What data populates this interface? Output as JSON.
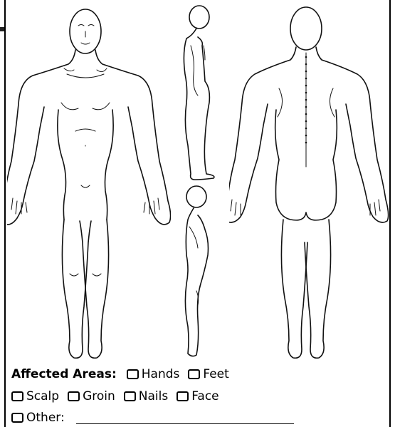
{
  "form": {
    "title": "Affected Areas:",
    "options_row1": [
      "Hands",
      "Feet"
    ],
    "options_row2": [
      "Scalp",
      "Groin",
      "Nails",
      "Face"
    ],
    "other_label": "Other:"
  },
  "figures": {
    "front": "front-body-outline",
    "side_upper": "side-body-outline",
    "side_lower": "side-body-outline",
    "back": "back-body-outline"
  }
}
